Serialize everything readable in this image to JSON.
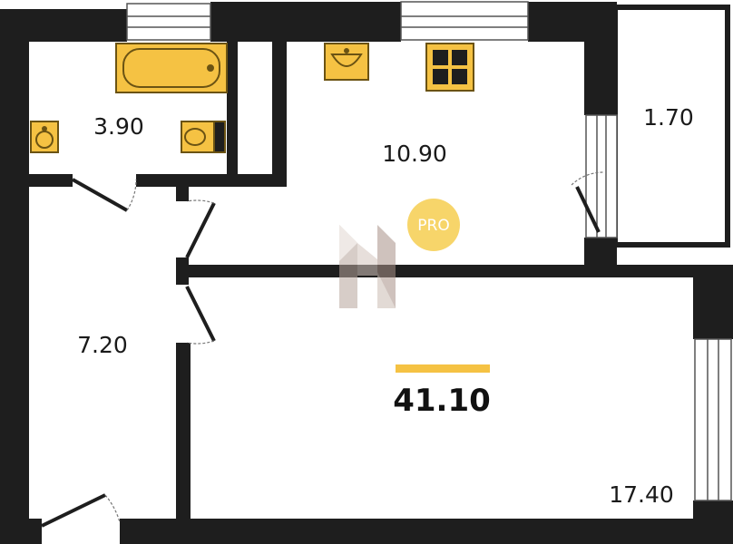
{
  "colors": {
    "wall": "#1e1e1e",
    "fixture": "#f5c243",
    "fixture_stroke": "#6b5313",
    "accent_bar": "#f5c243",
    "pro_badge": "#f7d56a",
    "watermark": "#c9b8b0"
  },
  "rooms": {
    "bathroom": {
      "area": "3.90"
    },
    "kitchen": {
      "area": "10.90"
    },
    "balcony": {
      "area": "1.70"
    },
    "hallway": {
      "area": "7.20"
    },
    "living_room": {
      "area": "17.40"
    }
  },
  "total": {
    "area": "41.10"
  },
  "badge": {
    "text": "PRO"
  },
  "icons": [
    "bathtub-icon",
    "sink-icon",
    "toilet-icon",
    "stove-icon",
    "watermark-logo-icon"
  ]
}
